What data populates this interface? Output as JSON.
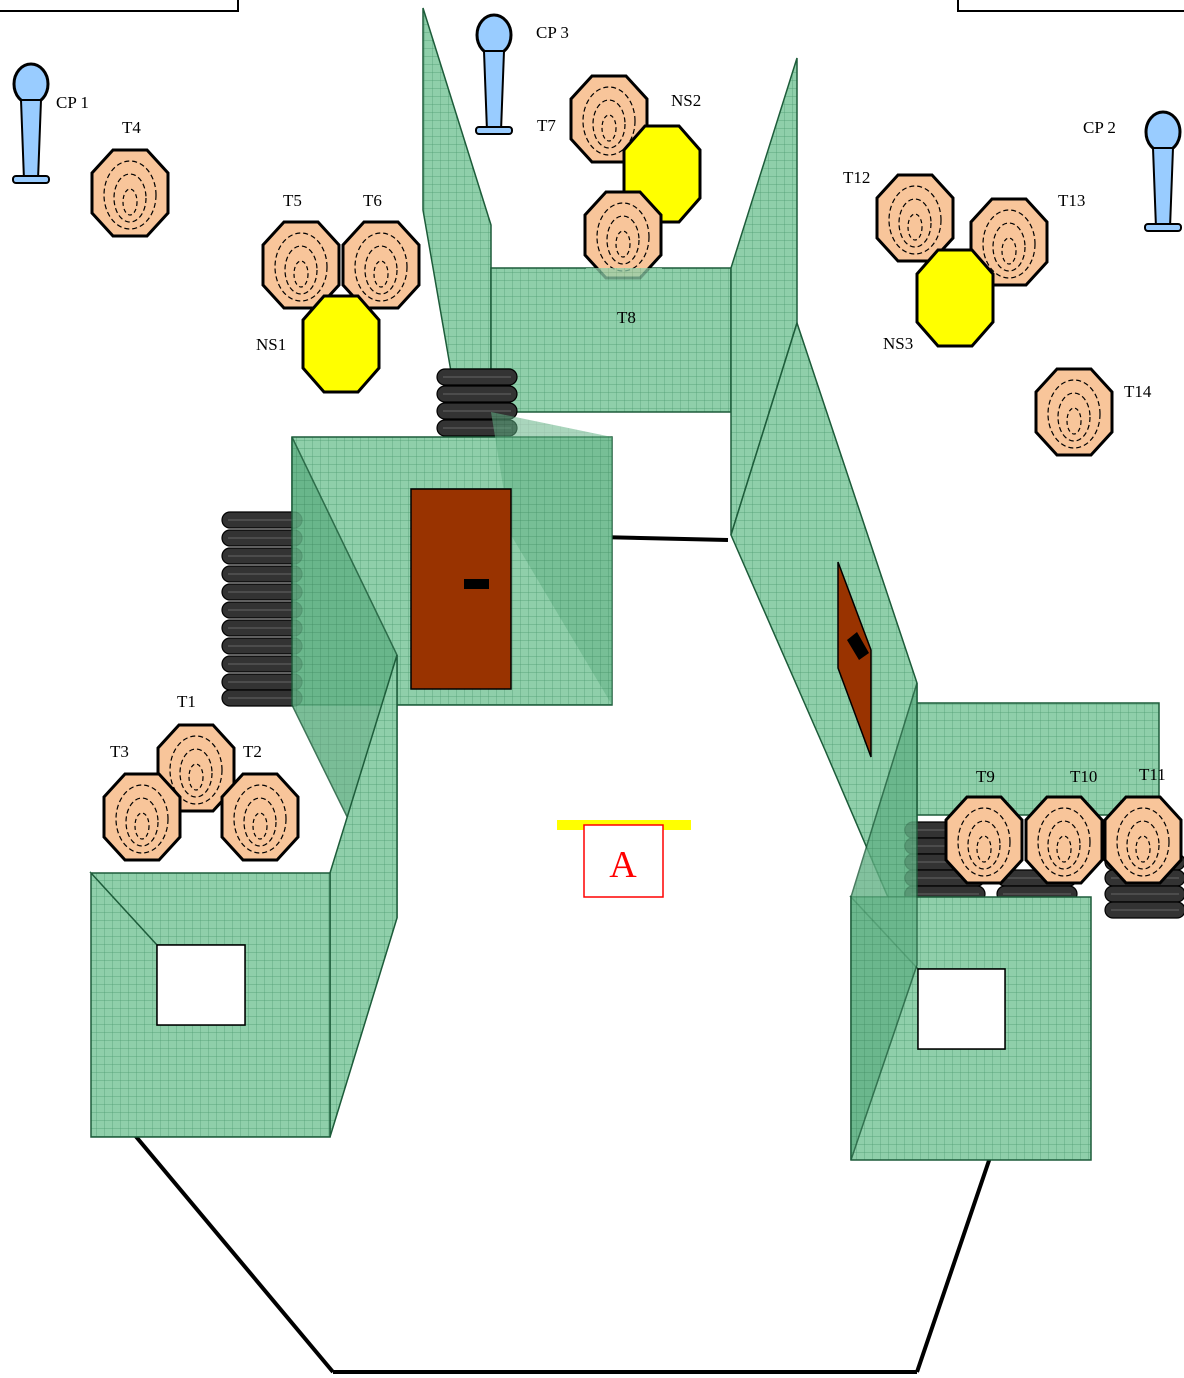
{
  "diagram": {
    "start_position": "A",
    "targets": {
      "t1": "T1",
      "t2": "T2",
      "t3": "T3",
      "t4": "T4",
      "t5": "T5",
      "t6": "T6",
      "t7": "T7",
      "t8": "T8",
      "t9": "T9",
      "t10": "T10",
      "t11": "T11",
      "t12": "T12",
      "t13": "T13",
      "t14": "T14"
    },
    "no_shoots": {
      "ns1": "NS1",
      "ns2": "NS2",
      "ns3": "NS3"
    },
    "poppers": {
      "cp1": "CP 1",
      "cp2": "CP 2",
      "cp3": "CP 3"
    },
    "colors": {
      "wall": "#5aaf86",
      "target": "#f8c59a",
      "no_shoot": "#ffff00",
      "popper": "#99ccff",
      "door": "#993300",
      "barrel": "#333333",
      "start_bar": "#ffff00",
      "start_text": "#ff0000"
    }
  }
}
